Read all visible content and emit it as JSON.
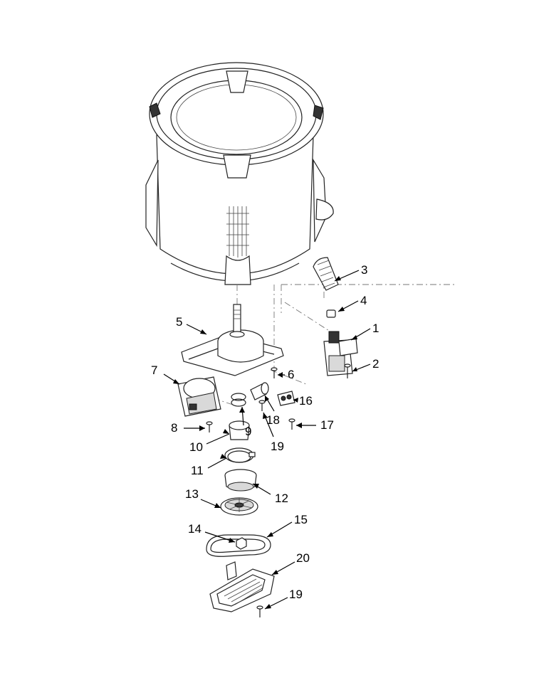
{
  "diagram": {
    "callouts": [
      {
        "id": "c1",
        "label": "1"
      },
      {
        "id": "c2",
        "label": "2"
      },
      {
        "id": "c3",
        "label": "3"
      },
      {
        "id": "c4",
        "label": "4"
      },
      {
        "id": "c5",
        "label": "5"
      },
      {
        "id": "c6",
        "label": "6"
      },
      {
        "id": "c7",
        "label": "7"
      },
      {
        "id": "c8",
        "label": "8"
      },
      {
        "id": "c9",
        "label": "9"
      },
      {
        "id": "c10",
        "label": "10"
      },
      {
        "id": "c11",
        "label": "11"
      },
      {
        "id": "c12",
        "label": "12"
      },
      {
        "id": "c13",
        "label": "13"
      },
      {
        "id": "c14",
        "label": "14"
      },
      {
        "id": "c15",
        "label": "15"
      },
      {
        "id": "c16",
        "label": "16"
      },
      {
        "id": "c17",
        "label": "17"
      },
      {
        "id": "c18",
        "label": "18"
      },
      {
        "id": "c19a",
        "label": "19"
      },
      {
        "id": "c20",
        "label": "20"
      },
      {
        "id": "c19b",
        "label": "19"
      }
    ]
  }
}
